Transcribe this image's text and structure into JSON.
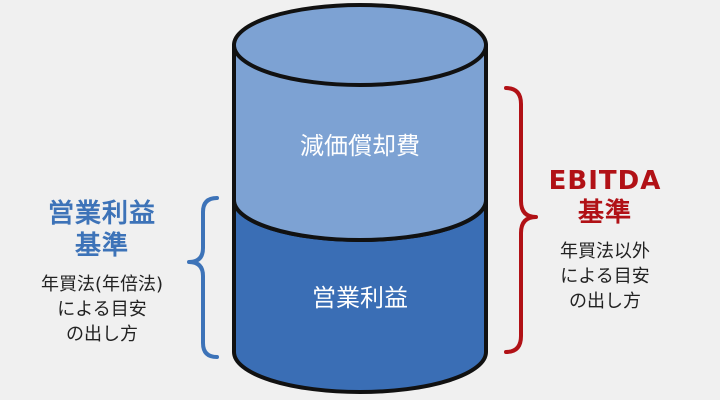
{
  "colors": {
    "background": "#f0f0f0",
    "top_section": "#7da2d3",
    "bottom_section": "#3a6eb5",
    "outline": "#111111",
    "left_brace": "#3d73b8",
    "right_brace": "#b11116",
    "section_label": "#ffffff"
  },
  "cylinder": {
    "top_section_label": "減価償却費",
    "bottom_section_label": "営業利益"
  },
  "left": {
    "title_line1": "営業利益",
    "title_line2": "基準",
    "desc_line1": "年買法(年倍法)",
    "desc_line2": "による目安",
    "desc_line3": "の出し方"
  },
  "right": {
    "title_line1": "EBITDA",
    "title_line2": "基準",
    "desc_line1": "年買法以外",
    "desc_line2": "による目安",
    "desc_line3": "の出し方"
  }
}
